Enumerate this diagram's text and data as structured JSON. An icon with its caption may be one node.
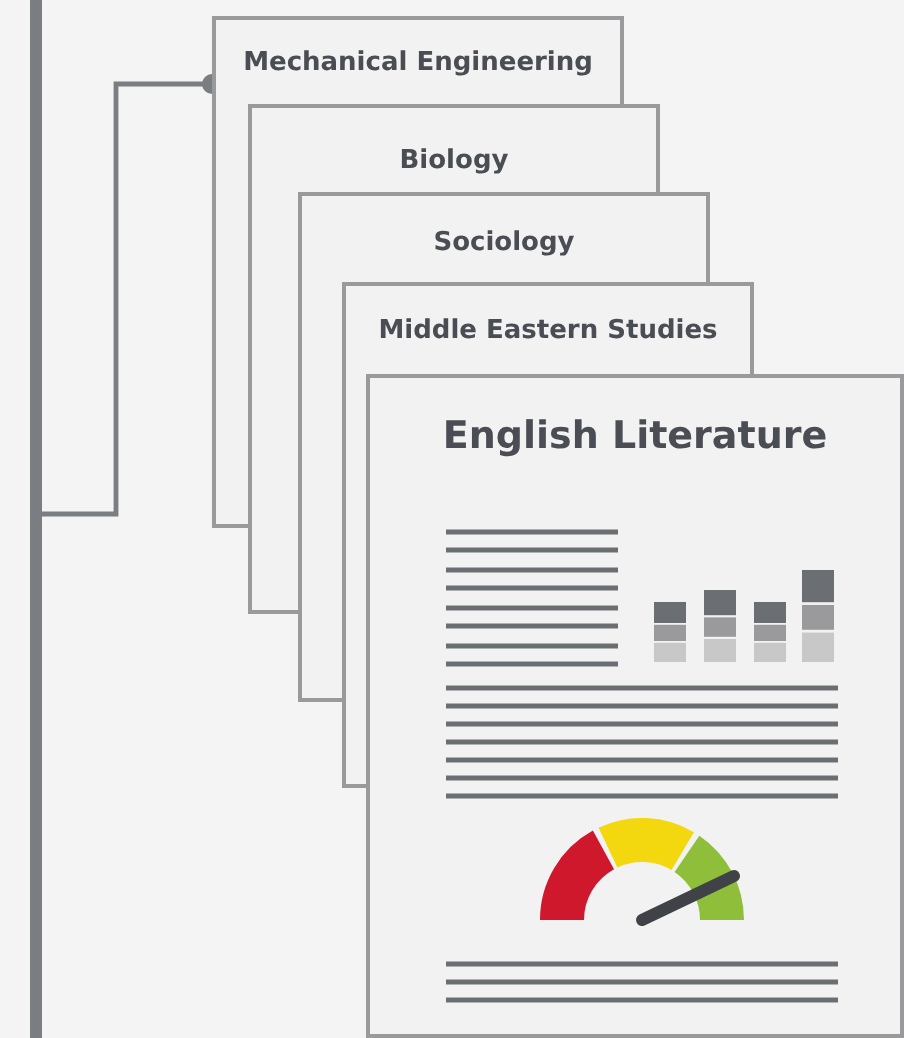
{
  "diagram": {
    "nodes": [
      {
        "text": [],
        "shape": "bar"
      },
      {
        "text": [
          "Mechanical Engineering"
        ]
      },
      {
        "text": [
          "Biology"
        ]
      },
      {
        "text": [
          "Sociology"
        ]
      },
      {
        "text": [
          "Middle Eastern Studies"
        ]
      },
      {
        "text": [
          "English Literature"
        ]
      }
    ],
    "edges": [
      {
        "from": 0,
        "to": 1,
        "arrow": "other"
      }
    ]
  }
}
